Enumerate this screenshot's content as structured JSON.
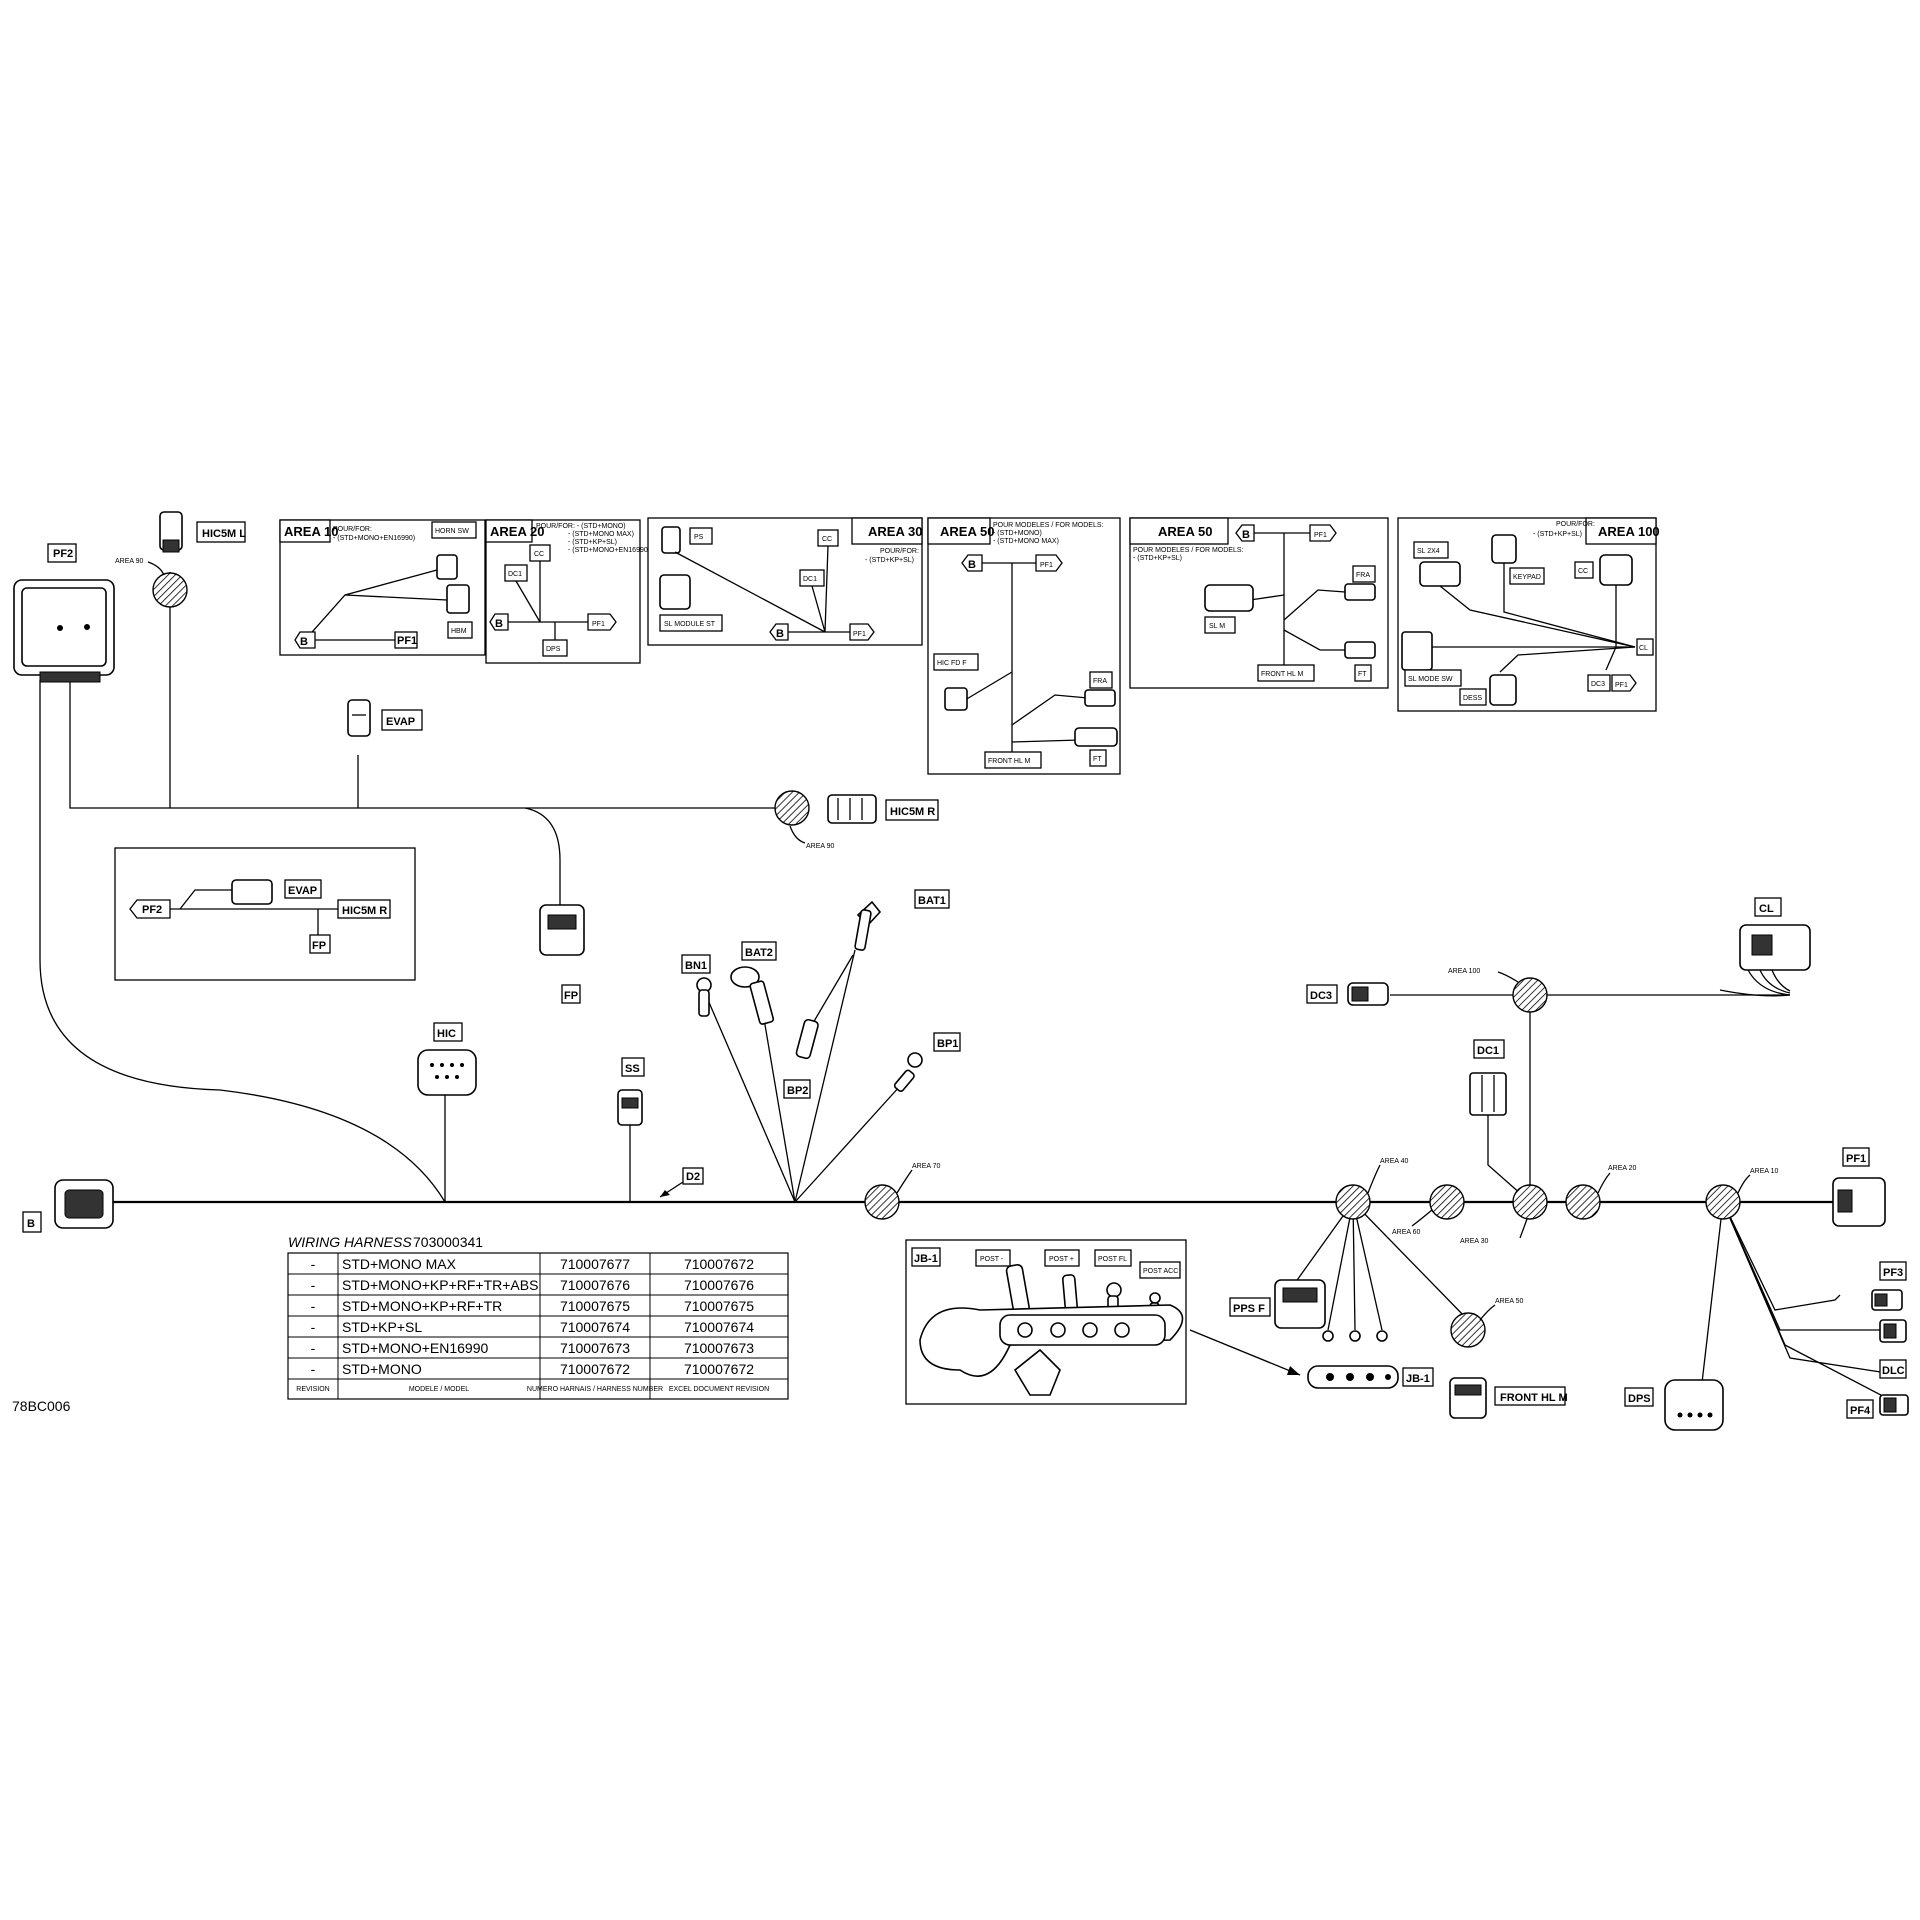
{
  "figure_id": "78BC006",
  "connectors": {
    "PF2": "PF2",
    "HIC5M_L": "HIC5M  L",
    "EVAP": "EVAP",
    "HIC5M_R": "HIC5M  R",
    "FP": "FP",
    "HIC": "HIC",
    "SS": "SS",
    "D2": "D2",
    "BN1": "BN1",
    "BAT2": "BAT2",
    "BAT1": "BAT1",
    "BP1": "BP1",
    "BP2": "BP2",
    "B": "B",
    "CL": "CL",
    "DC3": "DC3",
    "DC1": "DC1",
    "PF1": "PF1",
    "PF3": "PF3",
    "DLC": "DLC",
    "PF4": "PF4",
    "DPS": "DPS",
    "PPS_F": "PPS  F",
    "JB1": "JB-1",
    "FRONT_HL_M": "FRONT  HL  M"
  },
  "areas": {
    "a90": "AREA 90",
    "a70": "AREA 70",
    "a100": "AREA 100",
    "a40": "AREA 40",
    "a60": "AREA 60",
    "a30": "AREA 30",
    "a20": "AREA 20",
    "a10": "AREA 10",
    "a50": "AREA 50"
  },
  "inset_evap": {
    "pf2": "PF2",
    "evap": "EVAP",
    "hic5m_r": "HIC5M  R",
    "fp": "FP"
  },
  "inset_area10": {
    "title": "AREA 10",
    "note1": "POUR/FOR:",
    "note2": "- (STD+MONO+EN16990)",
    "horn_sw": "HORN  SW",
    "hbm": "HBM",
    "b": "B",
    "pf1": "PF1"
  },
  "inset_area20": {
    "title": "AREA 20",
    "note1": "POUR/FOR:  - (STD+MONO)",
    "note2": "- (STD+MONO MAX)",
    "note3": "- (STD+KP+SL)",
    "note4": "- (STD+MONO+EN16990)",
    "cc": "CC",
    "dc1": "DC1",
    "b": "B",
    "pf1": "PF1",
    "dps": "DPS"
  },
  "inset_area30": {
    "title": "AREA 30",
    "note1": "POUR/FOR:",
    "note2": "- (STD+KP+SL)",
    "ps": "PS",
    "cc": "CC",
    "dc1": "DC1",
    "sl_module_st": "SL  MODULE  ST",
    "b": "B",
    "pf1": "PF1"
  },
  "inset_area50a": {
    "title": "AREA 50",
    "note1": "POUR MODELES / FOR MODELS:",
    "note2": "- (STD+MONO)",
    "note3": "- (STD+MONO MAX)",
    "b": "B",
    "pf1": "PF1",
    "hic_fd_f": "HIC  FD  F",
    "fra": "FRA",
    "ft": "FT",
    "front_hl_m": "FRONT  HL  M"
  },
  "inset_area50b": {
    "title": "AREA 50",
    "note1": "POUR MODELES / FOR MODELS:",
    "note2": "- (STD+KP+SL)",
    "b": "B",
    "pf1": "PF1",
    "fra": "FRA",
    "sl_m": "SL  M",
    "ft": "FT",
    "front_hl_m": "FRONT  HL  M"
  },
  "inset_area100": {
    "title": "AREA 100",
    "note1": "POUR/FOR:",
    "note2": "- (STD+KP+SL)",
    "sl_2x4": "SL  2X4",
    "keypad": "KEYPAD",
    "cc": "CC",
    "cl": "CL",
    "sl_mode_sw": "SL  MODE  SW",
    "dess": "DESS",
    "dc3": "DC3",
    "pf1": "PF1"
  },
  "inset_jb1": {
    "title": "JB-1",
    "post_minus": "POST -",
    "post_plus": "POST +",
    "post_fl": "POST  FL",
    "post_acc": "POST  ACC"
  },
  "harness_table": {
    "title": "WIRING HARNESS",
    "number": "703000341",
    "rows": [
      [
        "-",
        "STD+MONO MAX",
        "710007677",
        "710007672"
      ],
      [
        "-",
        "STD+MONO+KP+RF+TR+ABS",
        "710007676",
        "710007676"
      ],
      [
        "-",
        "STD+MONO+KP+RF+TR",
        "710007675",
        "710007675"
      ],
      [
        "-",
        "STD+KP+SL",
        "710007674",
        "710007674"
      ],
      [
        "-",
        "STD+MONO+EN16990",
        "710007673",
        "710007673"
      ],
      [
        "-",
        "STD+MONO",
        "710007672",
        "710007672"
      ]
    ],
    "headers": [
      "REVISION",
      "MODELE / MODEL",
      "NUMERO HARNAIS / HARNESS NUMBER",
      "EXCEL DOCUMENT REVISION"
    ]
  }
}
